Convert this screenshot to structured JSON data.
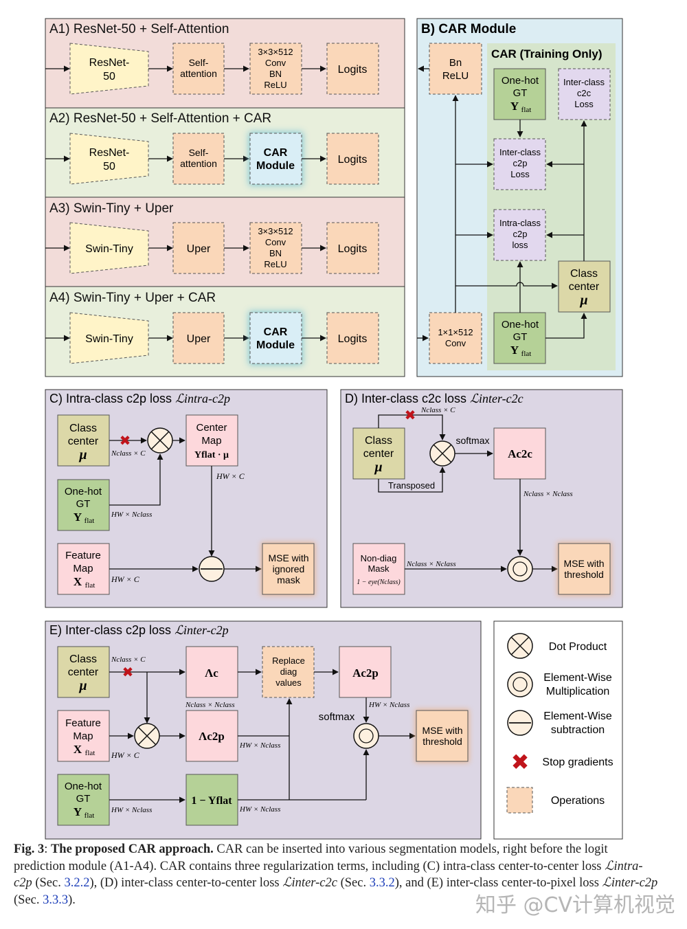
{
  "panels": {
    "a1_title": "A1) ResNet-50 + Self-Attention",
    "a2_title": "A2) ResNet-50 + Self-Attention + CAR",
    "a3_title": "A3) Swin-Tiny + Uper",
    "a4_title": "A4) Swin-Tiny + Uper + CAR",
    "b_title": "B) CAR Module",
    "b_sub": "CAR (Training Only)",
    "c_title": "C)  Intra-class c2p loss ",
    "c_math": "ℒintra-c2p",
    "d_title": "D)  Inter-class c2c loss ",
    "d_math": "ℒinter-c2c",
    "e_title": "E)  Inter-class c2p loss ",
    "e_math": "ℒinter-c2p"
  },
  "labels": {
    "resnet": [
      "ResNet-",
      "50"
    ],
    "self_attention": [
      "Self-",
      "attention"
    ],
    "conv333": [
      "3×3×512",
      "Conv",
      "BN",
      "ReLU"
    ],
    "logits": "Logits",
    "car_module": [
      "CAR",
      "Module"
    ],
    "swin": "Swin-Tiny",
    "uper": "Uper",
    "bn_relu": [
      "Bn",
      "ReLU"
    ],
    "onehot": [
      "One-hot",
      "GT",
      "Y",
      "flat"
    ],
    "inter_c2c_loss": [
      "Inter-class",
      "c2c",
      "Loss"
    ],
    "inter_c2p_loss": [
      "Inter-class",
      "c2p",
      "Loss"
    ],
    "intra_c2p_loss": [
      "Intra-class",
      "c2p",
      "loss"
    ],
    "class_center": [
      "Class",
      "center",
      "μ"
    ],
    "conv111": [
      "1×1×512",
      "Conv"
    ],
    "center_map": [
      "Center",
      "Map",
      "Yflat · μ"
    ],
    "feature_map": [
      "Feature",
      "Map",
      "X",
      "flat"
    ],
    "mse_ignored": [
      "MSE with",
      "ignored",
      "mask"
    ],
    "mse_threshold": [
      "MSE with",
      "threshold"
    ],
    "softmax": "softmax",
    "transposed": "Transposed",
    "non_diag": [
      "Non-diag",
      "Mask",
      "1 − eye(Nclass)"
    ],
    "a_c2c": "Ac2c",
    "a_c2p": "Ac2p",
    "lambda_c": "Λc",
    "lambda_c2p": "Λc2p",
    "replace_diag": [
      "Replace",
      "diag",
      "values"
    ],
    "one_minus_y": "1 − Yflat",
    "dims": {
      "nclass_c": "Nclass × C",
      "hw_c": "HW × C",
      "hw_nclass": "HW × Nclass",
      "nclass_nclass": "Nclass × Nclass"
    }
  },
  "legend": {
    "dot_product": "Dot Product",
    "elementwise_mult": [
      "Element-Wise",
      "Multiplication"
    ],
    "elementwise_sub": [
      "Element-Wise",
      "subtraction"
    ],
    "stop_gradients": "Stop gradients",
    "operations": "Operations"
  },
  "caption": {
    "fig": "Fig. 3",
    "colon": ": ",
    "bold": "The proposed CAR approach.",
    "t1": " CAR can be inserted into various segmentation models, right before the logit prediction module (A1-A4). CAR contains three regularization terms, including (C) intra-class center-to-center loss ",
    "m1": "ℒintra-c2p",
    "t2": " (Sec. ",
    "r1": "3.2.2",
    "t3": "), (D) inter-class center-to-center loss ",
    "m2": "ℒinter-c2c",
    "t4": " (Sec. ",
    "r2": "3.3.2",
    "t5": "), and (E) inter-class center-to-pixel loss ",
    "m3": "ℒinter-c2p",
    "t6": " (Sec. ",
    "r3": "3.3.3",
    "t7": ")."
  },
  "watermark": "知乎 @CV计算机视觉",
  "colors": {
    "pink_bg": "#f2dcd9",
    "green_bg": "#e8efdc",
    "blue_bg": "#dcedf3",
    "purple_bg": "#dcd6e4",
    "peach": "#fad7b9",
    "yellow": "#fff4c8",
    "olive": "#dcd8a8",
    "green": "#b5d197",
    "pink": "#fdd8dc",
    "lavender": "#e2d8ee",
    "lightblue": "#d9eef6"
  }
}
